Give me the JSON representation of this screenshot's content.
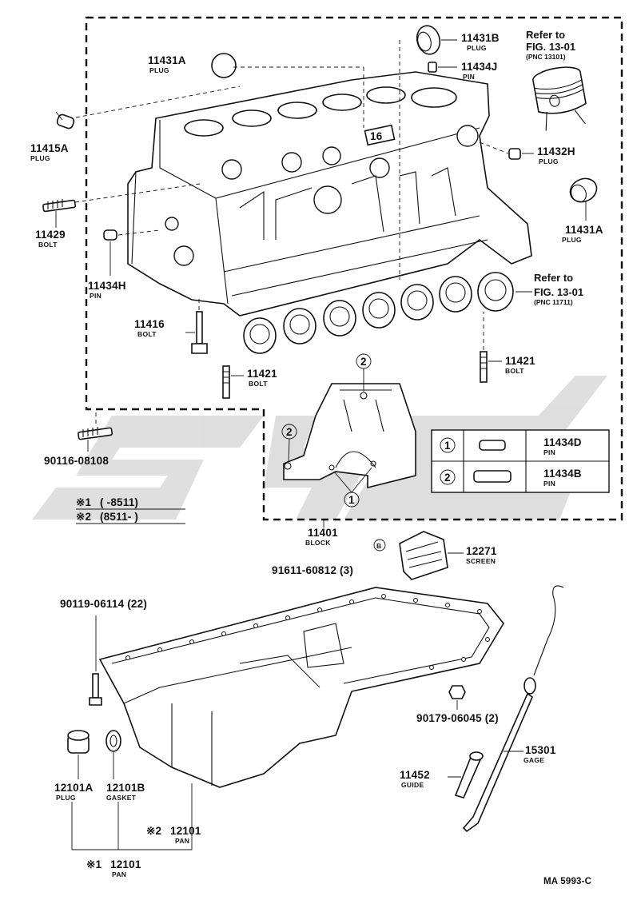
{
  "refs": {
    "piston": {
      "line1": "Refer to",
      "line2": "FIG. 13-01",
      "pnc": "(PNC 13101)"
    },
    "bearing": {
      "line1": "Refer to",
      "line2": "FIG. 13-01",
      "pnc": "(PNC 11711)"
    }
  },
  "callouts": {
    "p11431B": {
      "pn": "11431B",
      "name": "PLUG"
    },
    "p11434J": {
      "pn": "11434J",
      "name": "PIN"
    },
    "p11431A_top": {
      "pn": "11431A",
      "name": "PLUG"
    },
    "p11415A": {
      "pn": "11415A",
      "name": "PLUG"
    },
    "p11432H": {
      "pn": "11432H",
      "name": "PLUG"
    },
    "p11431A_right": {
      "pn": "11431A",
      "name": "PLUG"
    },
    "p11429": {
      "pn": "11429",
      "name": "BOLT"
    },
    "p11434H": {
      "pn": "11434H",
      "name": "PIN"
    },
    "p11416": {
      "pn": "11416",
      "name": "BOLT"
    },
    "p11421_left": {
      "pn": "11421",
      "name": "BOLT"
    },
    "p11421_right": {
      "pn": "11421",
      "name": "BOLT"
    },
    "p90116": {
      "pn": "90116-08108"
    },
    "p11401": {
      "pn": "11401",
      "name": "BLOCK"
    },
    "p91611": {
      "pn": "91611-60812 (3)"
    },
    "p12271": {
      "pn": "12271",
      "name": "SCREEN"
    },
    "p90119": {
      "pn": "90119-06114 (22)"
    },
    "p90179": {
      "pn": "90179-06045 (2)"
    },
    "p15301": {
      "pn": "15301",
      "name": "GAGE"
    },
    "p11452": {
      "pn": "11452",
      "name": "GUIDE"
    },
    "p12101A": {
      "pn": "12101A",
      "name": "PLUG"
    },
    "p12101B": {
      "pn": "12101B",
      "name": "GASKET"
    },
    "p12101_2": {
      "pn": "12101",
      "name": "PAN",
      "mark": "※2"
    },
    "p12101_1": {
      "pn": "12101",
      "name": "PAN",
      "mark": "※1"
    }
  },
  "applicability": {
    "line1": {
      "mark": "※1",
      "range": "(       -8511)"
    },
    "line2": {
      "mark": "※2",
      "range": "(8511-        )"
    }
  },
  "pin_table": {
    "rows": [
      {
        "key": "1",
        "pn": "11434D",
        "name": "PIN"
      },
      {
        "key": "2",
        "pn": "11434B",
        "name": "PIN"
      }
    ]
  },
  "markers": {
    "one": "1",
    "two": "2",
    "b": "B"
  },
  "block_casting_number": "16",
  "figure_code": "MA 5993-C"
}
